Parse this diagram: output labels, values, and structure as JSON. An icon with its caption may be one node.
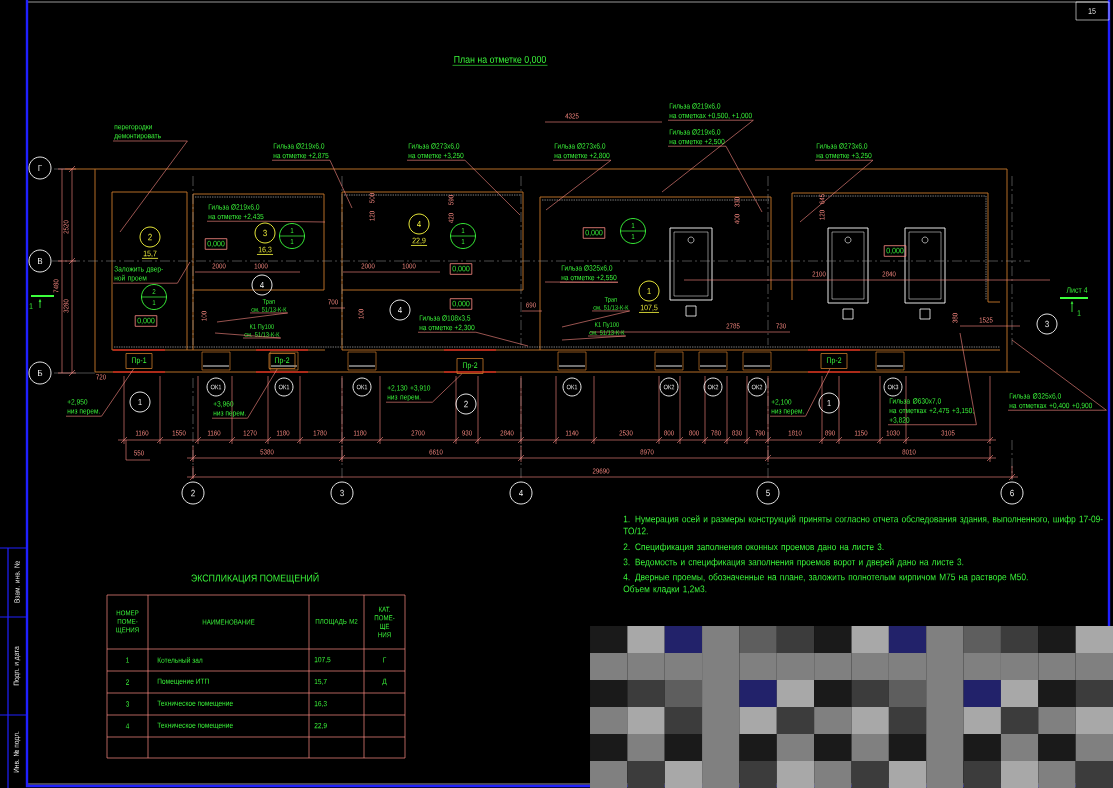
{
  "diagram": {
    "title": "План на отметке 0,000",
    "nodes": [
      {
        "text": [
          "перегородки демонтировать"
        ]
      },
      {
        "text": [
          "Гильза Ø219х6,0",
          "на отметке +2,875"
        ]
      },
      {
        "text": [
          "Гильза Ø273х6,0",
          "на отметке +3,250"
        ]
      },
      {
        "text": [
          "Гильза Ø273х6,0",
          "на отметке +2,800"
        ]
      },
      {
        "text": [
          "Гильза Ø219х6,0",
          "на отметках +0,500, +1,000"
        ]
      },
      {
        "text": [
          "Гильза Ø219х6,0",
          "на отметке +2,500"
        ]
      },
      {
        "text": [
          "Гильза Ø273х6,0",
          "на отметке +3,250"
        ]
      },
      {
        "text": [
          "Гильза Ø219х6,0",
          "на отметке +2,435"
        ]
      },
      {
        "text": [
          "Гильза Ø325х6,0",
          "на отметке +2,550"
        ]
      },
      {
        "text": [
          "Гильза Ø108х3,5",
          "на отметке +2,300"
        ]
      },
      {
        "text": [
          "Гильза Ø630х7,0",
          "на отметках +2,475 +3,150, +3,820"
        ]
      },
      {
        "text": [
          "Гильза Ø325х6,0",
          "на отметках +0,400 +0,900"
        ]
      },
      {
        "text": [
          "Трап",
          "см. 51/13-К-К"
        ]
      },
      {
        "text": [
          "К1 Пу100",
          "см. 51/13-К-К"
        ]
      },
      {
        "text": [
          "Трап",
          "см. 51/13-К-К"
        ]
      },
      {
        "text": [
          "К1 Пу100",
          "см. 51/13-К-К"
        ]
      },
      {
        "text": [
          "Заложить двер- ной проем"
        ]
      },
      {
        "text": [
          "+2,950",
          "низ перем."
        ]
      },
      {
        "text": [
          "+3,960",
          "низ перем."
        ]
      },
      {
        "text": [
          "+2,130 +3,910",
          "низ перем."
        ]
      },
      {
        "text": [
          "+2,100",
          "низ перем."
        ]
      },
      {
        "text": [
          "Пр-1"
        ]
      },
      {
        "text": [
          "Пр-2"
        ]
      },
      {
        "text": [
          "Пр-2"
        ]
      },
      {
        "text": [
          "Пр-2"
        ]
      },
      {
        "text": [
          "Г"
        ]
      },
      {
        "text": [
          "В"
        ]
      },
      {
        "text": [
          "Б"
        ]
      },
      {
        "text": [
          "2"
        ]
      },
      {
        "text": [
          "3"
        ]
      },
      {
        "text": [
          "4"
        ]
      },
      {
        "text": [
          "5"
        ]
      },
      {
        "text": [
          "6"
        ]
      },
      {
        "text": [
          "1"
        ]
      },
      {
        "text": [
          "4"
        ]
      },
      {
        "text": [
          "4"
        ]
      },
      {
        "text": [
          "2"
        ]
      },
      {
        "text": [
          "1"
        ]
      },
      {
        "text": [
          "3"
        ]
      },
      {
        "text": [
          "ОК1"
        ]
      },
      {
        "text": [
          "ОК1"
        ]
      },
      {
        "text": [
          "ОК1"
        ]
      },
      {
        "text": [
          "ОК1"
        ]
      },
      {
        "text": [
          "ОК2"
        ]
      },
      {
        "text": [
          "ОК2"
        ]
      },
      {
        "text": [
          "ОК2"
        ]
      },
      {
        "text": [
          "ОК3"
        ]
      },
      {
        "text": [
          "2"
        ],
        "beside": [
          "15,7"
        ]
      },
      {
        "text": [
          "3"
        ],
        "beside": [
          "16,3"
        ]
      },
      {
        "text": [
          "4"
        ],
        "beside": [
          "22,9"
        ]
      },
      {
        "text": [
          "1"
        ],
        "beside": [
          "107,5"
        ]
      },
      {
        "text": [
          "2",
          "1"
        ]
      },
      {
        "text": [
          "1",
          "1"
        ]
      },
      {
        "text": [
          "1",
          "1"
        ]
      },
      {
        "text": [
          "1",
          "1"
        ]
      },
      {
        "text": [
          "0,000"
        ]
      },
      {
        "text": [
          "0,000"
        ]
      },
      {
        "text": [
          "0,000"
        ]
      },
      {
        "text": [
          "0,000"
        ]
      },
      {
        "text": [
          "0,000"
        ]
      },
      {
        "text": [
          "0,000"
        ]
      }
    ],
    "edges": [
      {
        "from": 0,
        "to": null,
        "arrow": "none"
      },
      {
        "from": 1,
        "to": null,
        "arrow": "none"
      },
      {
        "from": 2,
        "to": null,
        "arrow": "none"
      },
      {
        "from": 3,
        "to": null,
        "arrow": "none"
      },
      {
        "from": 4,
        "to": null,
        "arrow": "none"
      },
      {
        "from": 5,
        "to": null,
        "arrow": "none"
      },
      {
        "from": 6,
        "to": null,
        "arrow": "none"
      },
      {
        "from": 7,
        "to": null,
        "arrow": "none"
      },
      {
        "from": 8,
        "to": null,
        "arrow": "none"
      },
      {
        "from": 9,
        "to": null,
        "arrow": "none"
      },
      {
        "from": 10,
        "to": null,
        "arrow": "none"
      },
      {
        "from": 11,
        "to": null,
        "arrow": "none"
      },
      {
        "from": 12,
        "to": null,
        "arrow": "none"
      },
      {
        "from": 13,
        "to": null,
        "arrow": "none"
      },
      {
        "from": 14,
        "to": null,
        "arrow": "none"
      },
      {
        "from": 15,
        "to": null,
        "arrow": "none"
      },
      {
        "from": 16,
        "to": null,
        "arrow": "none"
      },
      {
        "from": 17,
        "to": 21,
        "arrow": "none"
      },
      {
        "from": 18,
        "to": 22,
        "arrow": "none"
      },
      {
        "from": 19,
        "to": 23,
        "arrow": "none"
      },
      {
        "from": 20,
        "to": 24,
        "arrow": "none"
      }
    ],
    "labels": [
      "2520",
      "7480",
      "3280",
      "720",
      "550",
      "2000",
      "1000",
      "2000",
      "1000",
      "100",
      "700",
      "100",
      "690",
      "120",
      "500",
      "420",
      "590",
      "330",
      "400",
      "120",
      "645",
      "4325",
      "2100",
      "2840",
      "2785",
      "730",
      "380",
      "1525",
      "1160",
      "1550",
      "1160",
      "1270",
      "1180",
      "1780",
      "1180",
      "2700",
      "930",
      "2840",
      "1140",
      "2530",
      "800",
      "800",
      "780",
      "830",
      "790",
      "1810",
      "890",
      "1150",
      "1030",
      "3105",
      "5380",
      "6610",
      "8970",
      "8010",
      "29690",
      "1",
      "Лист 4",
      "1",
      "ЭКСПЛИКАЦИЯ ПОМЕЩЕНИЙ",
      "НОМЕР ПОМЕ- ЩЕНИЯ",
      "НАИМЕНОВАНИЕ",
      "ПЛОЩАДЬ М2",
      "КАТ. ПОМЕ- ЩЕ НИЯ",
      "1",
      "Котельный зал",
      "107,5",
      "Г",
      "2",
      "Помещение ИТП",
      "15,7",
      "Д",
      "3",
      "Техническое помещение",
      "16,3",
      "4",
      "Техническое помещение",
      "22,9",
      "1. Нумерация осей и размеры конструкций приняты согласно отчета обследования здания, выполненного, шифр 17-09-ТО/12.",
      "2. Спецификация заполнения оконных проемов дано на листе 3.",
      "3. Ведомость и спецификация заполнения проемов ворот и дверей дано на листе 3.",
      "4. Дверные проемы, обозначенные на плане, заложить полнотелым кирпичом М75 на растворе М50. Объем кладки 1,2м3.",
      "Взам. инв. №",
      "Подп. и дата",
      "Инв. № подл.",
      "15"
    ]
  }
}
